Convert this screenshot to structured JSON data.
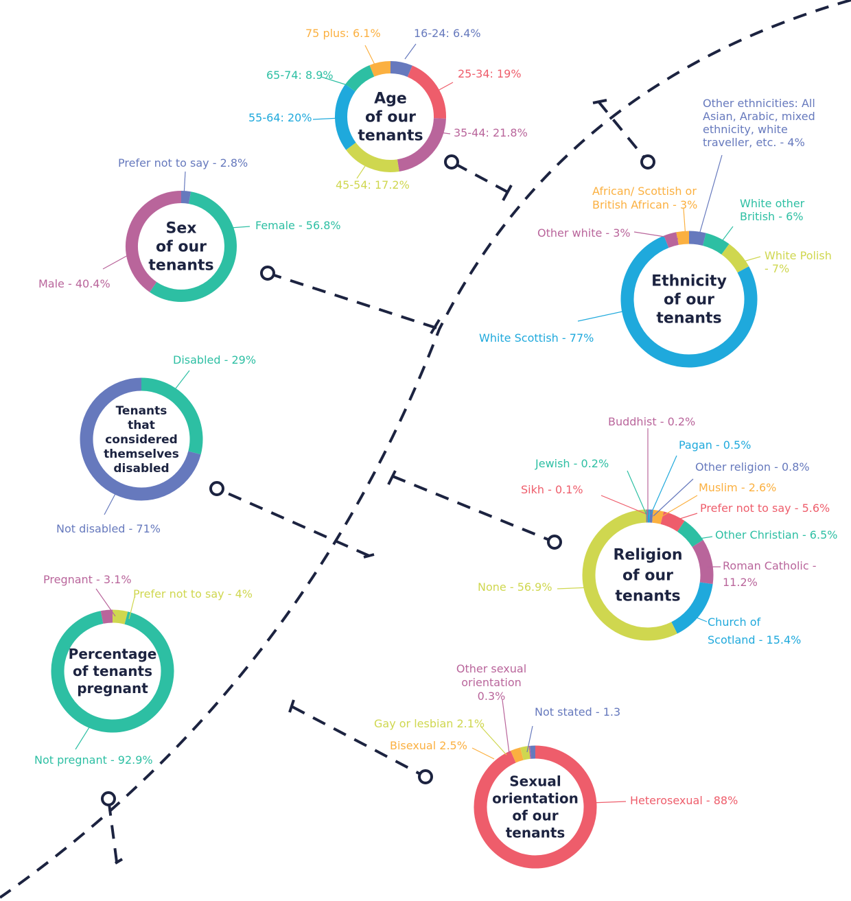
{
  "colors": {
    "navy": "#1c2340",
    "teal": "#2dbfa3",
    "pink": "#b9659b",
    "blue": "#6679bd",
    "red": "#ee5d6b",
    "cyan": "#1fa9dc",
    "lime": "#cfd74f",
    "orange": "#fbb040",
    "dark": "#1c2340"
  },
  "chart_data": [
    {
      "id": "age",
      "type": "pie",
      "title": [
        "Age",
        "of our",
        "tenants"
      ],
      "series": [
        {
          "name": "16-24",
          "value": 6.4,
          "color": "#6679bd",
          "text": "16-24: 6.4%"
        },
        {
          "name": "25-34",
          "value": 19,
          "color": "#ee5d6b",
          "text": "25-34: 19%"
        },
        {
          "name": "35-44",
          "value": 21.8,
          "color": "#b9659b",
          "text": "35-44: 21.8%"
        },
        {
          "name": "45-54",
          "value": 17.2,
          "color": "#cfd74f",
          "text": "45-54: 17.2%"
        },
        {
          "name": "55-64",
          "value": 20,
          "color": "#1fa9dc",
          "text": "55-64: 20%"
        },
        {
          "name": "65-74",
          "value": 8.9,
          "color": "#2dbfa3",
          "text": "65-74: 8.9%"
        },
        {
          "name": "75 plus",
          "value": 6.1,
          "color": "#fbb040",
          "text": "75 plus: 6.1%"
        }
      ]
    },
    {
      "id": "sex",
      "type": "pie",
      "title": [
        "Sex",
        "of our",
        "tenants"
      ],
      "series": [
        {
          "name": "Prefer not to say",
          "value": 2.8,
          "color": "#6679bd",
          "text": "Prefer not to say - 2.8%"
        },
        {
          "name": "Female",
          "value": 56.8,
          "color": "#2dbfa3",
          "text": "Female - 56.8%"
        },
        {
          "name": "Male",
          "value": 40.4,
          "color": "#b9659b",
          "text": "Male - 40.4%"
        }
      ]
    },
    {
      "id": "ethnicity",
      "type": "pie",
      "title": [
        "Ethnicity",
        "of our",
        "tenants"
      ],
      "series": [
        {
          "name": "Other ethnicities",
          "value": 4,
          "color": "#6679bd",
          "text": [
            "Other ethnicities: All",
            "Asian, Arabic, mixed",
            "ethnicity, white",
            "traveller, etc. - 4%"
          ]
        },
        {
          "name": "White other British",
          "value": 6,
          "color": "#2dbfa3",
          "text": [
            "White other",
            "British - 6%"
          ]
        },
        {
          "name": "White Polish",
          "value": 7,
          "color": "#cfd74f",
          "text": [
            "White Polish",
            "- 7%"
          ]
        },
        {
          "name": "White Scottish",
          "value": 77,
          "color": "#1fa9dc",
          "text": [
            "White Scottish - 77%"
          ]
        },
        {
          "name": "Other white",
          "value": 3,
          "color": "#b9659b",
          "text": [
            "Other white - 3%"
          ]
        },
        {
          "name": "African/ Scottish or British African",
          "value": 3,
          "color": "#fbb040",
          "text": [
            "African/ Scottish or",
            "British African - 3%"
          ]
        }
      ]
    },
    {
      "id": "disabled",
      "type": "pie",
      "title": [
        "Tenants",
        "that",
        "considered",
        "themselves",
        "disabled"
      ],
      "series": [
        {
          "name": "Disabled",
          "value": 29,
          "color": "#2dbfa3",
          "text": "Disabled - 29%"
        },
        {
          "name": "Not disabled",
          "value": 71,
          "color": "#6679bd",
          "text": "Not disabled - 71%"
        }
      ]
    },
    {
      "id": "religion",
      "type": "pie",
      "title": [
        "Religion",
        "of our",
        "tenants"
      ],
      "series": [
        {
          "name": "Pagan",
          "value": 0.5,
          "color": "#1fa9dc",
          "text": [
            "Pagan - 0.5%"
          ]
        },
        {
          "name": "Other religion",
          "value": 0.8,
          "color": "#6679bd",
          "text": [
            "Other religion - 0.8%"
          ]
        },
        {
          "name": "Muslim",
          "value": 2.6,
          "color": "#fbb040",
          "text": [
            "Muslim - 2.6%"
          ]
        },
        {
          "name": "Prefer not to say",
          "value": 5.6,
          "color": "#ee5d6b",
          "text": [
            "Prefer not to say - 5.6%"
          ]
        },
        {
          "name": "Other Christian",
          "value": 6.5,
          "color": "#2dbfa3",
          "text": [
            "Other Christian - 6.5%"
          ]
        },
        {
          "name": "Roman Catholic",
          "value": 11.2,
          "color": "#b9659b",
          "text": [
            "Roman Catholic -",
            "11.2%"
          ]
        },
        {
          "name": "Church of Scotland",
          "value": 15.4,
          "color": "#1fa9dc",
          "text": [
            "Church of",
            "Scotland - 15.4%"
          ]
        },
        {
          "name": "None",
          "value": 56.9,
          "color": "#cfd74f",
          "text": [
            "None -  56.9%"
          ]
        },
        {
          "name": "Sikh",
          "value": 0.1,
          "color": "#ee5d6b",
          "text": [
            "Sikh - 0.1%"
          ]
        },
        {
          "name": "Jewish",
          "value": 0.2,
          "color": "#2dbfa3",
          "text": [
            "Jewish - 0.2%"
          ]
        },
        {
          "name": "Buddhist",
          "value": 0.2,
          "color": "#b9659b",
          "text": [
            "Buddhist - 0.2%"
          ]
        }
      ]
    },
    {
      "id": "pregnant",
      "type": "pie",
      "title": [
        "Percentage",
        "of tenants",
        "pregnant"
      ],
      "series": [
        {
          "name": "Prefer not to say",
          "value": 4,
          "color": "#cfd74f",
          "text": "Prefer not to say - 4%"
        },
        {
          "name": "Not pregnant",
          "value": 92.9,
          "color": "#2dbfa3",
          "text": "Not pregnant - 92.9%"
        },
        {
          "name": "Pregnant",
          "value": 3.1,
          "color": "#b9659b",
          "text": "Pregnant - 3.1%"
        }
      ]
    },
    {
      "id": "sexual",
      "type": "pie",
      "title": [
        "Sexual",
        "orientation",
        "of our",
        "tenants"
      ],
      "series": [
        {
          "name": "Heterosexual",
          "value": 88,
          "color": "#ee5d6b",
          "text": [
            "Heterosexual - 88%"
          ]
        },
        {
          "name": "Bisexual",
          "value": 2.5,
          "color": "#fbb040",
          "text": [
            "Bisexual 2.5%"
          ]
        },
        {
          "name": "Gay or lesbian",
          "value": 2.1,
          "color": "#cfd74f",
          "text": [
            "Gay or lesbian 2.1%"
          ]
        },
        {
          "name": "Other sexual orientation",
          "value": 0.3,
          "color": "#b9659b",
          "text": [
            "Other sexual",
            "orientation",
            "0.3%"
          ]
        },
        {
          "name": "Not stated",
          "value": 1.3,
          "color": "#6679bd",
          "text": [
            "Not stated - 1.3"
          ]
        }
      ]
    }
  ]
}
